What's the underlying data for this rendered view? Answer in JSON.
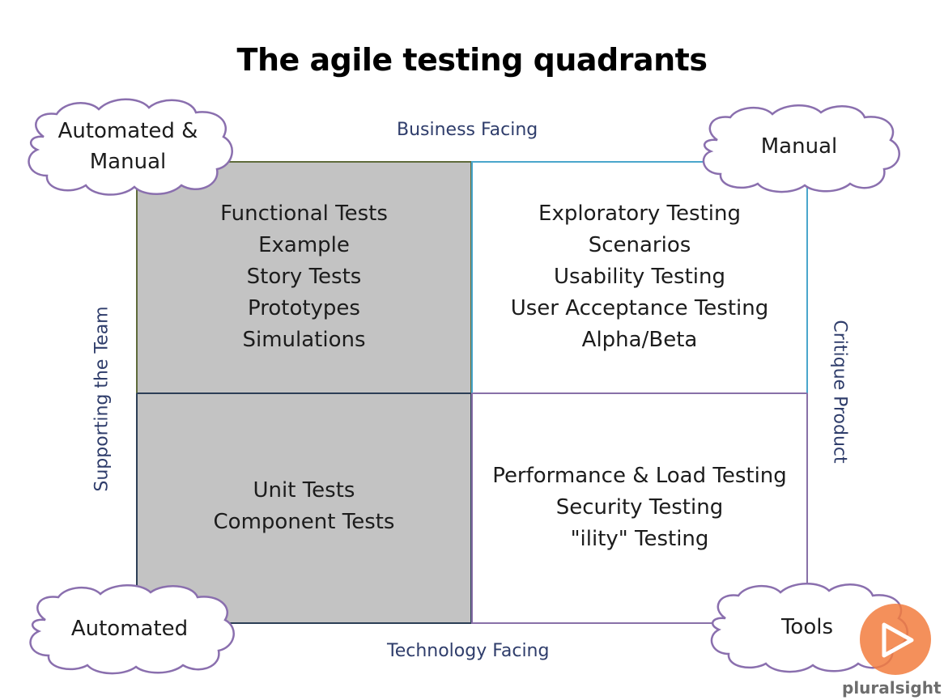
{
  "title": "The agile testing quadrants",
  "axes": {
    "top": "Business Facing",
    "bottom": "Technology Facing",
    "left": "Supporting the Team",
    "right": "Critique Product"
  },
  "quadrants": {
    "q1": {
      "items": [
        "Functional Tests",
        "Example",
        "Story Tests",
        "Prototypes",
        "Simulations"
      ]
    },
    "q2": {
      "items": [
        "Exploratory Testing",
        "Scenarios",
        "Usability Testing",
        "User Acceptance Testing",
        "Alpha/Beta"
      ]
    },
    "q3": {
      "items": [
        "Unit Tests",
        "Component Tests"
      ]
    },
    "q4": {
      "items": [
        "Performance & Load Testing",
        "Security Testing",
        "\"ility\" Testing"
      ]
    }
  },
  "clouds": {
    "top_left": {
      "line1": "Automated &",
      "line2": "Manual"
    },
    "top_right": {
      "line1": "Manual"
    },
    "bottom_left": {
      "line1": "Automated"
    },
    "bottom_right": {
      "line1": "Tools"
    }
  },
  "logo": {
    "text": "pluralsight",
    "icon": "play-icon"
  },
  "colors": {
    "shaded_quadrant": "#c3c3c3",
    "cloud_outline": "#8a6fae",
    "axis_text": "#2f3d6b",
    "q1_border": "#5f6b3b",
    "q2_border": "#4aa6cc",
    "q3_border": "#2c3e56",
    "q4_border": "#8870a8",
    "logo_orange": "#f27d3e"
  }
}
